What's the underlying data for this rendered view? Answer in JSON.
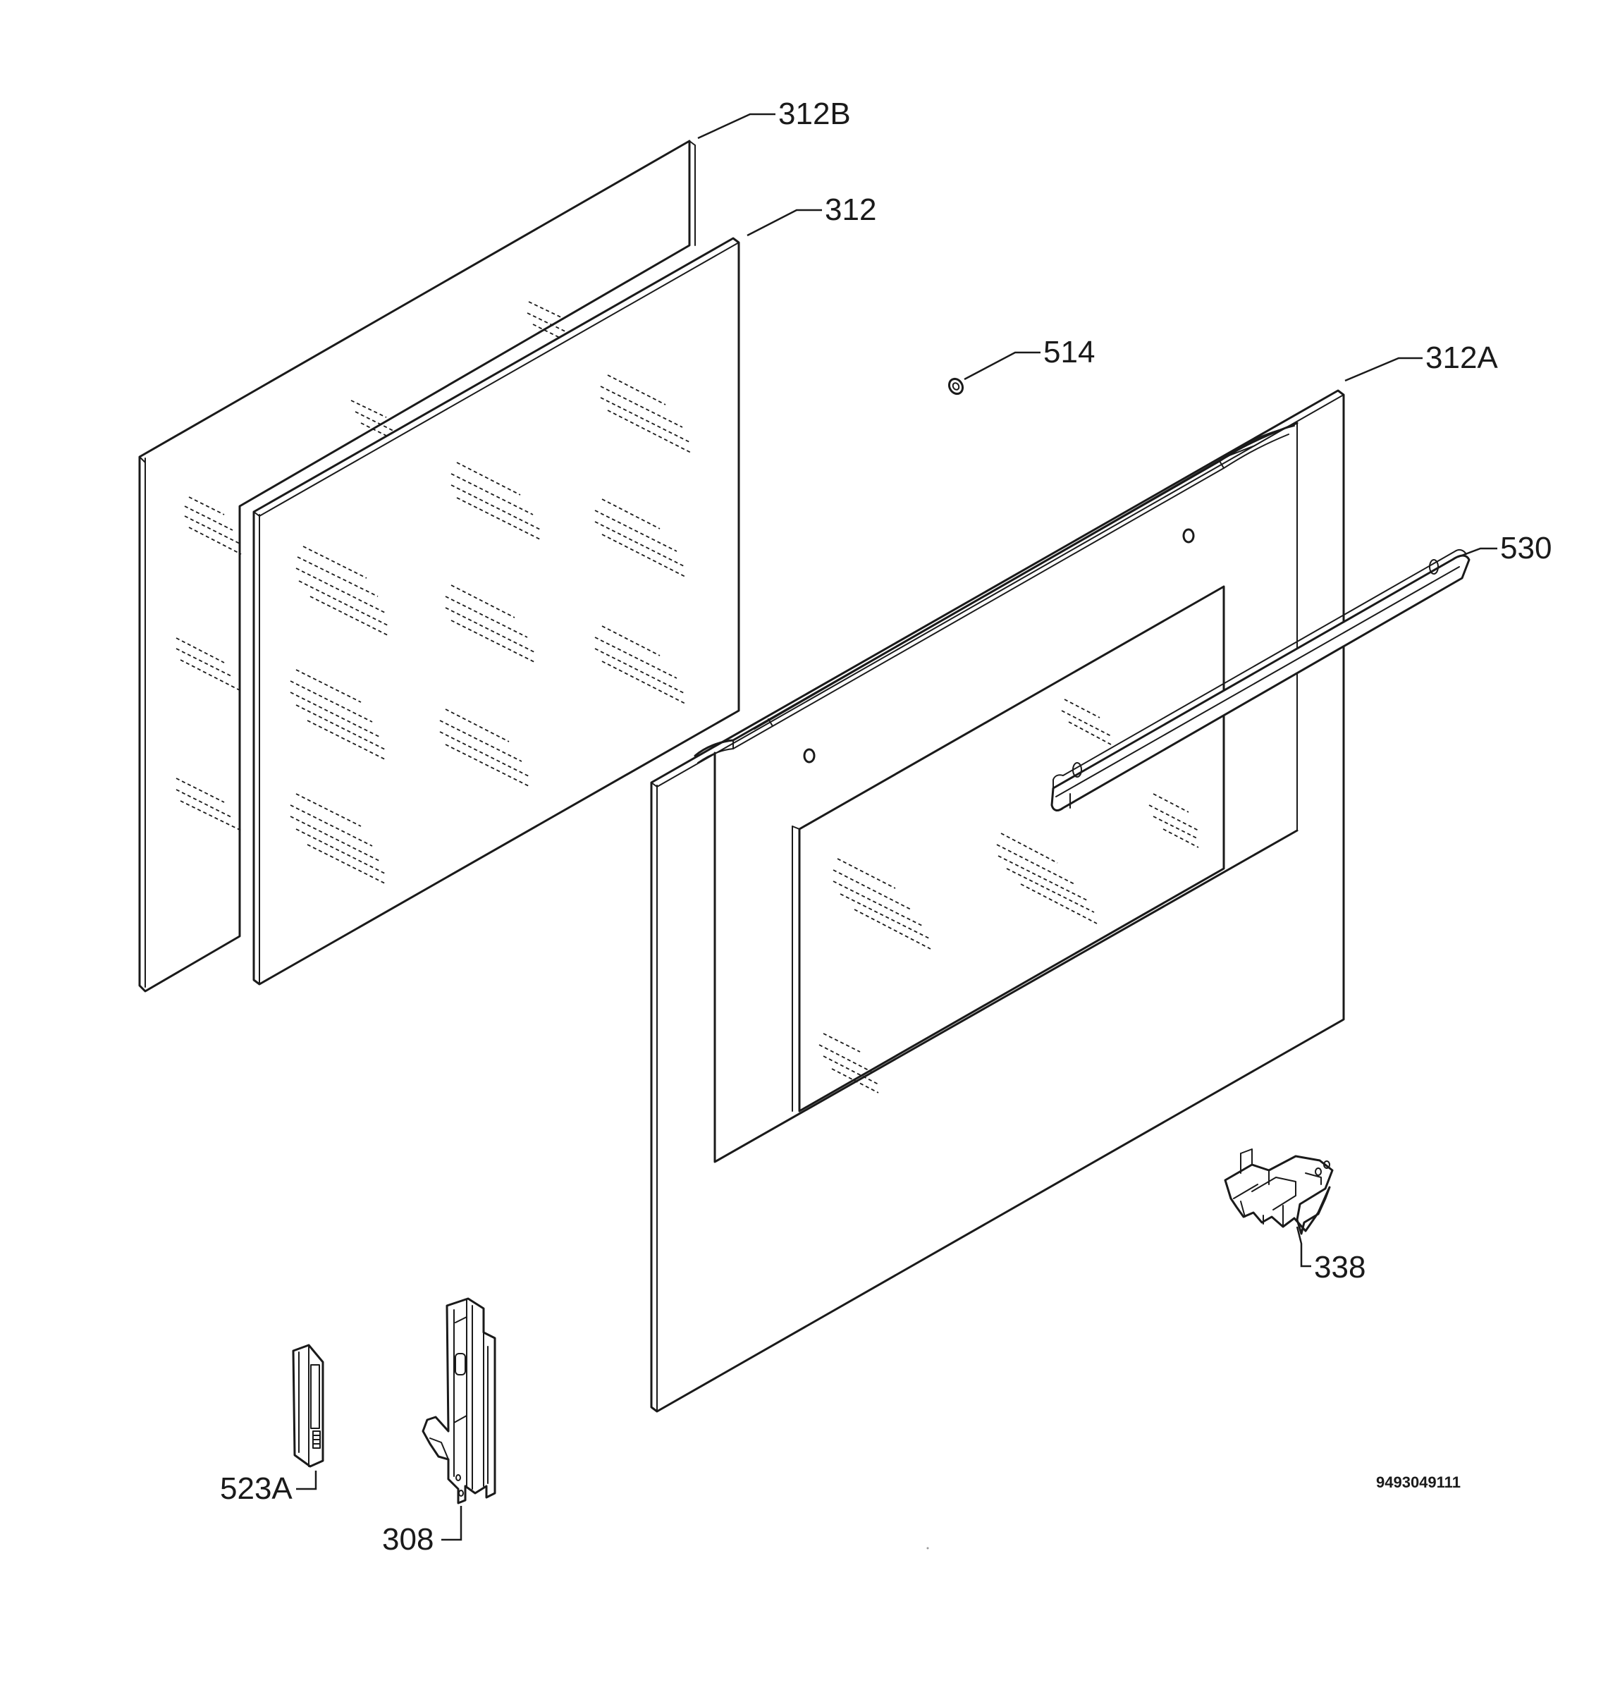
{
  "callouts": {
    "p312b": "312B",
    "p312": "312",
    "p514": "514",
    "p312a": "312A",
    "p530": "530",
    "p338": "338",
    "p523a": "523A",
    "p308": "308"
  },
  "document_number": "9493049111"
}
